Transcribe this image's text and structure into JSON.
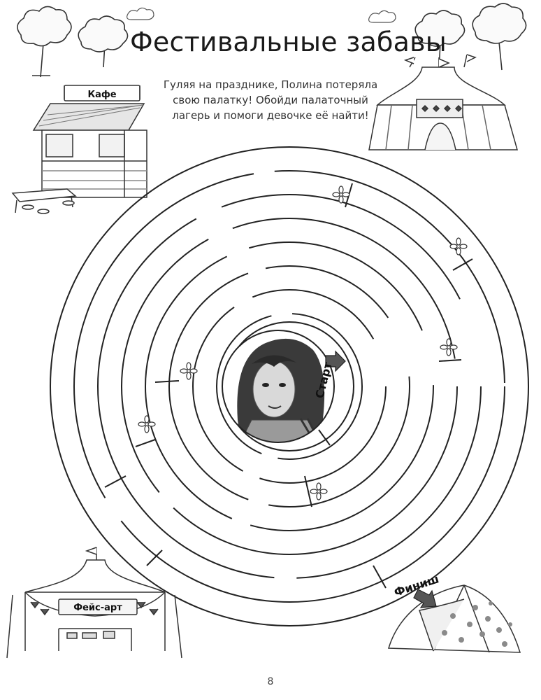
{
  "page": {
    "title": "Фестивальные забавы",
    "instructions": "Гуляя на празднике, Полина потеряла свою палатку! Обойди палаточный лагерь и помоги девочке её найти!",
    "page_number": "8"
  },
  "labels": {
    "cafe": "Кафе",
    "face_art": "Фейс-арт",
    "start": "Старт",
    "finish": "Финиш"
  },
  "icons": {
    "flower": "flower-icon",
    "arrow": "arrow-icon",
    "tree": "tree-icon",
    "tent": "tent-icon"
  }
}
